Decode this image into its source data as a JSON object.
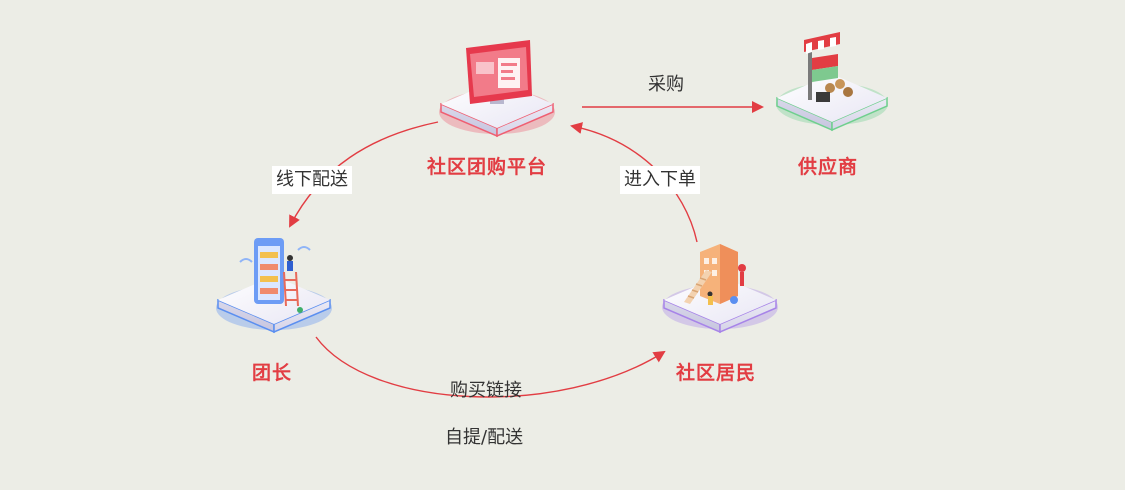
{
  "nodes": {
    "platform": "社区团购平台",
    "supplier": "供应商",
    "leader": "团长",
    "residents": "社区居民"
  },
  "edges": {
    "procure": "采购",
    "offline_delivery": "线下配送",
    "place_order": "进入下单",
    "buy_link": "购买链接",
    "pickup_delivery": "自提/配送"
  },
  "colors": {
    "background": "#ecede6",
    "accent": "#e23d43",
    "platform_glow": "#ef5f72",
    "supplier_glow": "#6fcf8e",
    "leader_glow": "#5b8ff0",
    "residents_glow": "#a784e8"
  },
  "icons": [
    "computer-screen-icon",
    "market-stall-icon",
    "phone-ladder-icon",
    "building-stairs-icon"
  ]
}
